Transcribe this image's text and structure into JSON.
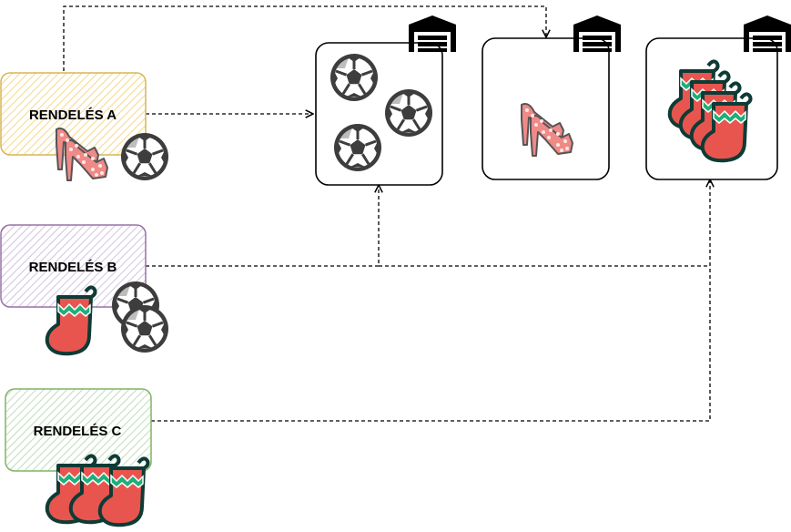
{
  "orders": [
    {
      "id": "a",
      "label": "RENDELÉS A",
      "fill": "#fff2cc",
      "stroke": "#d6b656",
      "items": [
        "high-heel-shoe",
        "soccer-ball"
      ]
    },
    {
      "id": "b",
      "label": "RENDELÉS B",
      "fill": "#e1d5e7",
      "stroke": "#9673a6",
      "items": [
        "christmas-stocking",
        "soccer-ball",
        "soccer-ball"
      ]
    },
    {
      "id": "c",
      "label": "RENDELÉS C",
      "fill": "#d5e8d4",
      "stroke": "#82b366",
      "items": [
        "christmas-stocking",
        "christmas-stocking",
        "christmas-stocking"
      ]
    }
  ],
  "warehouses": [
    {
      "id": "w1",
      "icon": "warehouse-icon",
      "contents": [
        "soccer-ball",
        "soccer-ball",
        "soccer-ball"
      ]
    },
    {
      "id": "w2",
      "icon": "warehouse-icon",
      "contents": [
        "high-heel-shoe"
      ]
    },
    {
      "id": "w3",
      "icon": "warehouse-icon",
      "contents": [
        "christmas-stocking",
        "christmas-stocking",
        "christmas-stocking",
        "christmas-stocking"
      ]
    }
  ],
  "connections": [
    {
      "from": "a",
      "to": "w1"
    },
    {
      "from": "a",
      "to": "w2"
    },
    {
      "from": "b",
      "to": "w1"
    },
    {
      "from": "b",
      "to": "w3"
    },
    {
      "from": "c",
      "to": "w3"
    }
  ],
  "colors": {
    "stocking_red": "#e8554e",
    "stocking_outline": "#0e3b35",
    "stocking_band": "#1fae7a",
    "shoe_pink": "#f08a88",
    "shoe_dots": "#fde8e4",
    "ball_dark": "#3d3d3d",
    "line": "#000000"
  }
}
